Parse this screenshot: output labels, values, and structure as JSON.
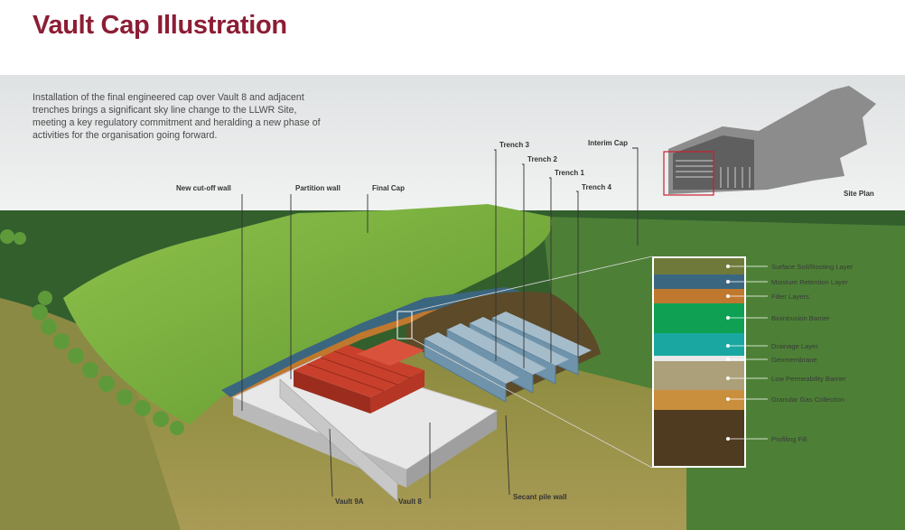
{
  "title": "Vault Cap Illustration",
  "intro": "Installation of the final engineered cap over Vault 8 and adjacent trenches brings a significant sky line change to the LLWR Site, meeting a key regulatory commitment and heralding a new phase of activities for the organisation going forward.",
  "labels": {
    "new_cutoff_wall": "New cut-off wall",
    "partition_wall": "Partition wall",
    "final_cap": "Final Cap",
    "trench3": "Trench 3",
    "trench2": "Trench 2",
    "trench1": "Trench 1",
    "trench4": "Trench 4",
    "interim_cap": "Interim Cap",
    "site_plan": "Site Plan",
    "vault9a": "Vault 9A",
    "vault8": "Vault 8",
    "secant_pile_wall": "Secant pile wall"
  },
  "layers": [
    {
      "name": "Surface Soil/Rooting Layer",
      "color": "#6f7a3a"
    },
    {
      "name": "Moisture Retention Layer",
      "color": "#3b6680"
    },
    {
      "name": "Filter Layers",
      "color": "#c0782e"
    },
    {
      "name": "Biointrusion Barrier",
      "color": "#0fa053"
    },
    {
      "name": "Drainage Layer",
      "color": "#1aa7a1"
    },
    {
      "name": "Geomembrane",
      "color": "#e9e9e9"
    },
    {
      "name": "Low Permeability Barrier",
      "color": "#aba07a"
    },
    {
      "name": "Granular Gas Collection",
      "color": "#c98f3c"
    },
    {
      "name": "Profiling Fill",
      "color": "#4f3b1f"
    }
  ]
}
